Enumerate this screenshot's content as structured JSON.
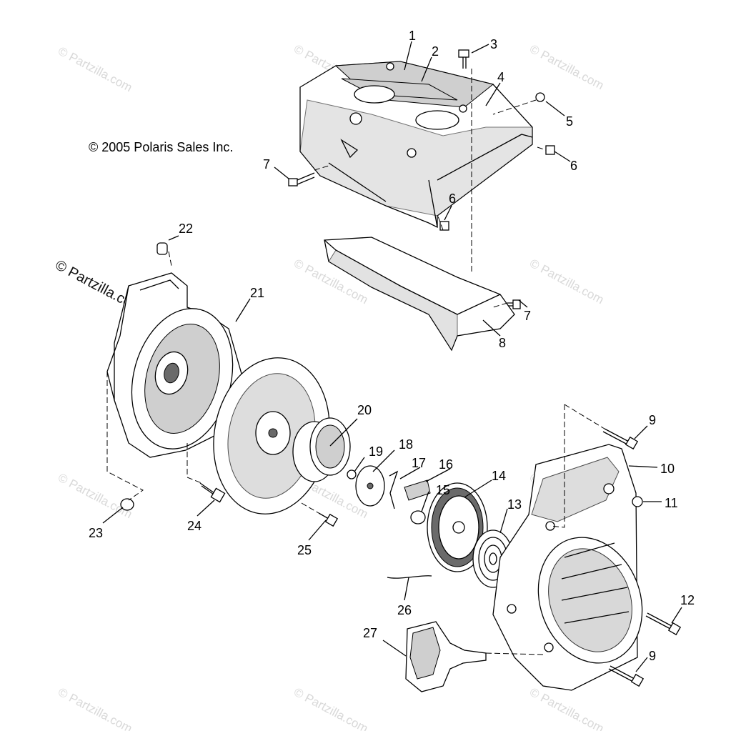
{
  "diagram": {
    "copyright": "© 2005 Polaris Sales Inc.",
    "watermark": "© Partzilla.com",
    "callouts": [
      "1",
      "2",
      "3",
      "4",
      "5",
      "6",
      "6",
      "7",
      "7",
      "8",
      "9",
      "9",
      "10",
      "11",
      "12",
      "13",
      "14",
      "15",
      "16",
      "17",
      "18",
      "19",
      "20",
      "21",
      "22",
      "23",
      "24",
      "25",
      "26",
      "27"
    ]
  }
}
